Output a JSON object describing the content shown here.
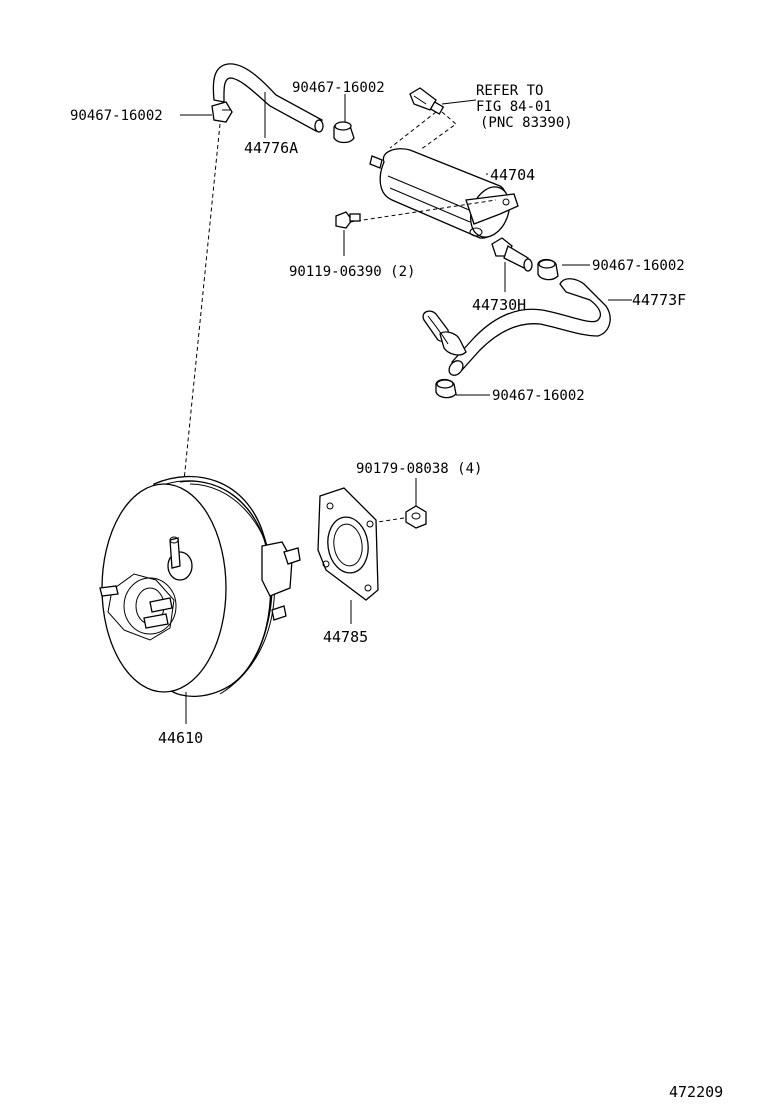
{
  "labels": {
    "clamp_top_left": "90467-16002",
    "hose_top": "44776A",
    "clamp_top_mid": "90467-16002",
    "refer_line1": "REFER TO",
    "refer_line2": "FIG 84-01",
    "refer_line3": "(PNC 83390)",
    "reservoir": "44704",
    "bolt": "90119-06390 (2)",
    "clamp_right": "90467-16002",
    "check_valve": "44730H",
    "hose_right": "44773F",
    "clamp_lower": "90467-16002",
    "nut": "90179-08038 (4)",
    "gasket": "44785",
    "booster": "44610",
    "figure_number": "472209"
  }
}
